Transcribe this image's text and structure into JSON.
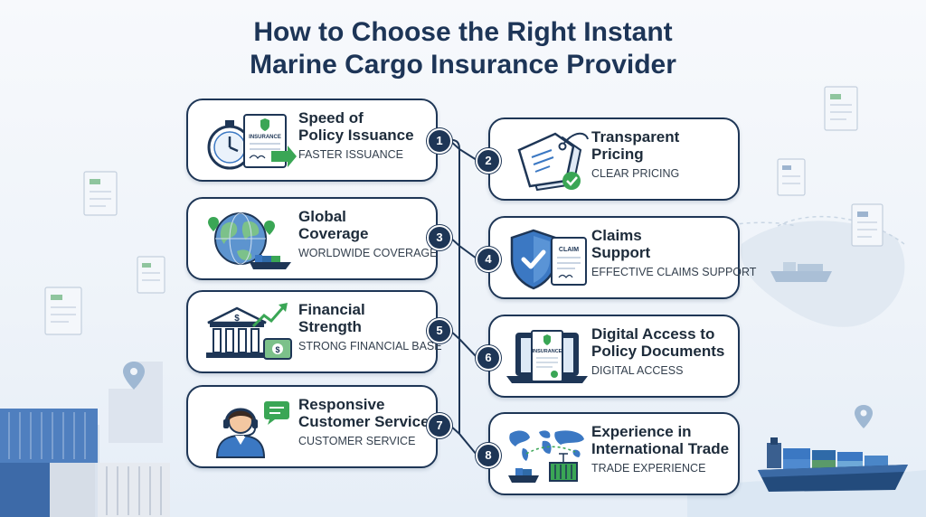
{
  "title": {
    "line1": "How to Choose the Right Instant",
    "line2": "Marine Cargo Insurance Provider"
  },
  "colors": {
    "navy": "#1e3656",
    "accent_green": "#3aa655",
    "accent_blue": "#3b78c3",
    "card_bg": "#ffffff"
  },
  "factors": [
    {
      "number": "1",
      "title_lines": [
        "Speed of",
        "Policy Issuance"
      ],
      "subtitle": "FASTER ISSUANCE",
      "icon": "stopwatch-icon",
      "doc_label": "INSURANCE"
    },
    {
      "number": "2",
      "title_lines": [
        "Transparent",
        "Pricing"
      ],
      "subtitle": "CLEAR PRICING",
      "icon": "price-tag-icon"
    },
    {
      "number": "3",
      "title_lines": [
        "Global",
        "Coverage"
      ],
      "subtitle": "WORLDWIDE COVERAGE",
      "icon": "globe-icon"
    },
    {
      "number": "4",
      "title_lines": [
        "Claims",
        "Support"
      ],
      "subtitle": "EFFECTIVE CLAIMS SUPPORT",
      "icon": "shield-icon",
      "doc_label": "CLAIM"
    },
    {
      "number": "5",
      "title_lines": [
        "Financial",
        "Strength"
      ],
      "subtitle": "STRONG FINANCIAL BASE",
      "icon": "bank-icon"
    },
    {
      "number": "6",
      "title_lines": [
        "Digital Access to",
        "Policy Documents"
      ],
      "subtitle": "DIGITAL ACCESS",
      "icon": "laptop-icon",
      "doc_label": "INSURANCE"
    },
    {
      "number": "7",
      "title_lines": [
        "Responsive",
        "Customer Service"
      ],
      "subtitle": "CUSTOMER SERVICE",
      "icon": "headset-agent-icon"
    },
    {
      "number": "8",
      "title_lines": [
        "Experience in",
        "International Trade"
      ],
      "subtitle": "TRADE EXPERIENCE",
      "icon": "world-map-ship-icon"
    }
  ]
}
